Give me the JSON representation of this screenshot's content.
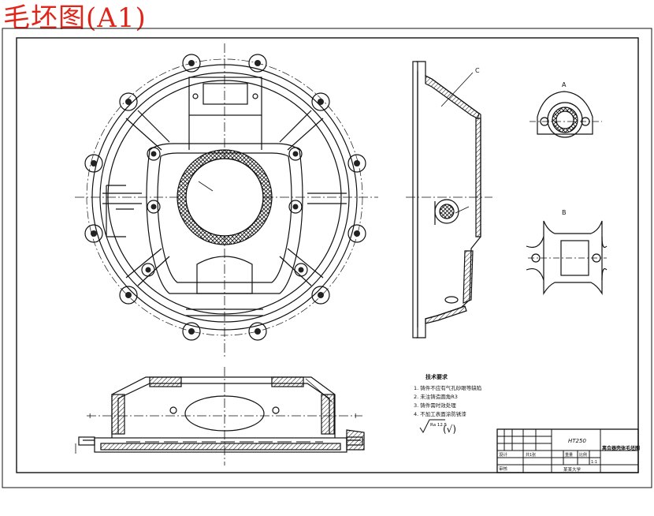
{
  "page": {
    "title": "毛坯图(A1)"
  },
  "views": {
    "section_a": "A",
    "section_b": "B",
    "view_c": "C",
    "section_marker": "I"
  },
  "tech_requirements": {
    "heading": "技术要求",
    "items": [
      "1. 铸件不应有气孔砂眼等缺陷",
      "2. 未注铸造圆角R3",
      "3. 铸件需时效处理",
      "4. 不加工表面涂防锈漆"
    ],
    "roughness_value": "Ra 12.5",
    "roughness_symbol": "(√)"
  },
  "title_block": {
    "material": "HT250",
    "drawing_name": "离合器壳体毛坯图",
    "labels": {
      "designer": "设计",
      "checker": "审核",
      "scale_label": "比例",
      "weight_label": "重量",
      "sheet_label": "共1张",
      "company": "某某大学"
    },
    "scale": "1:1",
    "count": "1"
  },
  "colors": {
    "line": "#111111",
    "title": "#e0251b",
    "background": "#ffffff"
  }
}
